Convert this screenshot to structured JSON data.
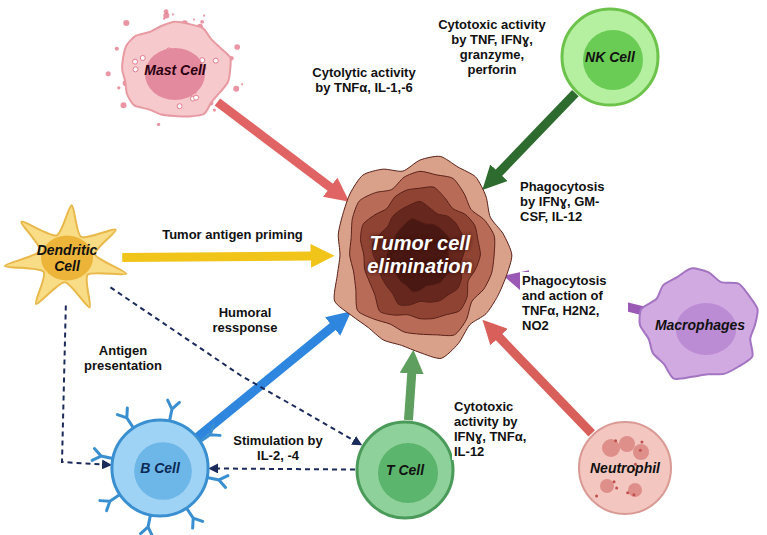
{
  "diagram": {
    "nodes": [
      {
        "text": [
          "Mast Cell"
        ]
      },
      {
        "text": [
          "NK Cell"
        ]
      },
      {
        "text": [
          "Dendritic Cell"
        ]
      },
      {
        "text": [
          "Tumor cell elimination"
        ]
      },
      {
        "text": [
          "Macrophages"
        ]
      },
      {
        "text": [
          "B Cell"
        ]
      },
      {
        "text": [
          "T Cell"
        ]
      },
      {
        "text": [
          "Neutrophil"
        ]
      }
    ],
    "edges": [
      {
        "from": 0,
        "to": 3,
        "arrow": "to",
        "label": "Cytolytic activity by TNFα, IL-1,-6"
      },
      {
        "from": 1,
        "to": 3,
        "arrow": "to",
        "label": "Cytotoxic activity by TNF, IFNɣ, granzyme, perforin"
      },
      {
        "from": 2,
        "to": 3,
        "arrow": "to",
        "label": "Tumor antigen priming"
      },
      {
        "from": 4,
        "to": 3,
        "arrow": "to",
        "label": "Phagocytosis by IFNɣ, GM-CSF, IL-12"
      },
      {
        "from": 7,
        "to": 3,
        "arrow": "to",
        "label": "Phagocytosis and action of TNFα, H2N2, NO2"
      },
      {
        "from": 6,
        "to": 3,
        "arrow": "to",
        "label": "Cytotoxic activity by IFNɣ, TNFα, IL-12"
      },
      {
        "from": 5,
        "to": 3,
        "arrow": "to",
        "label": "Humoral ressponse"
      },
      {
        "from": 2,
        "to": 5,
        "arrow": "to",
        "label": "Antigen presentation"
      },
      {
        "from": 2,
        "to": 6,
        "arrow": "to"
      },
      {
        "from": 6,
        "to": 5,
        "arrow": "to",
        "label": "Stimulation by IL-2, -4"
      }
    ]
  }
}
